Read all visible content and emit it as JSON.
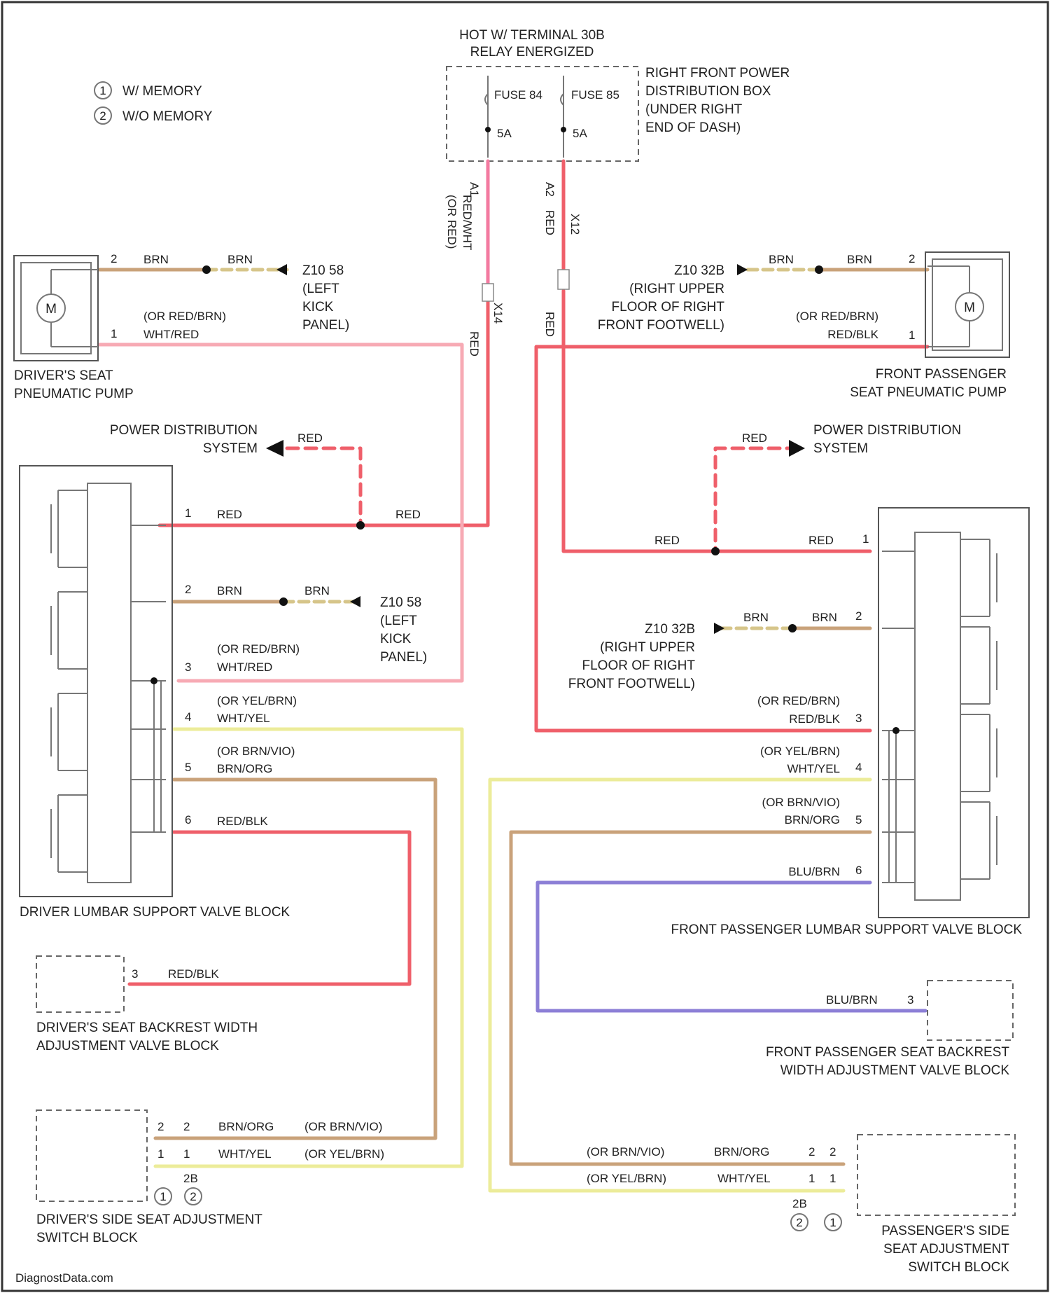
{
  "colors": {
    "red": "#ef5f6a",
    "pink": "#f7aab4",
    "brown": "#c9a27a",
    "tan": "#d6c58a",
    "yellow": "#ecec9a",
    "purple": "#8c7fd6",
    "black": "#111111",
    "border": "#555555"
  },
  "legend": {
    "item1": {
      "num": "1",
      "label": "W/ MEMORY"
    },
    "item2": {
      "num": "2",
      "label": "W/O MEMORY"
    }
  },
  "fuse_box": {
    "title_line1": "HOT W/ TERMINAL 30B",
    "title_line2": "RELAY ENERGIZED",
    "fuse1": "FUSE 84",
    "fuse2": "FUSE 85",
    "amp1": "5A",
    "amp2": "5A",
    "label_line1": "RIGHT FRONT POWER",
    "label_line2": "DISTRIBUTION BOX",
    "label_line3": "(UNDER RIGHT",
    "label_line4": "END OF DASH)",
    "pin_left": "A1",
    "pin_right": "A2"
  },
  "feed_left": {
    "wire1": "(OR RED)",
    "wire2": "RED/WHT",
    "wire3": "RED",
    "conn": "X14"
  },
  "feed_right": {
    "wire1": "RED",
    "wire2": "X12",
    "wire3": "RED"
  },
  "driver_pump": {
    "label_line1": "DRIVER'S SEAT",
    "label_line2": "PNEUMATIC PUMP",
    "motor": "M",
    "pin2": "2",
    "pin1": "1",
    "wire_brn1": "BRN",
    "wire_brn2": "BRN",
    "ground_line1": "Z10 58",
    "ground_line2": "(LEFT",
    "ground_line3": "KICK",
    "ground_line4": "PANEL)",
    "wire_red1": "(OR RED/BRN)",
    "wire_red2": "WHT/RED"
  },
  "passenger_pump": {
    "label_line1": "FRONT PASSENGER",
    "label_line2": "SEAT PNEUMATIC PUMP",
    "motor": "M",
    "pin2": "2",
    "pin1": "1",
    "wire_brn1": "BRN",
    "wire_brn2": "BRN",
    "ground_line1": "Z10 32B",
    "ground_line2": "(RIGHT UPPER",
    "ground_line3": "FLOOR OF RIGHT",
    "ground_line4": "FRONT FOOTWELL)",
    "wire_red1": "(OR RED/BRN)",
    "wire_red2": "RED/BLK"
  },
  "power_dist_left": {
    "line1": "POWER DISTRIBUTION",
    "line2": "SYSTEM",
    "wire": "RED"
  },
  "power_dist_right": {
    "line1": "POWER DISTRIBUTION",
    "line2": "SYSTEM",
    "wire": "RED"
  },
  "driver_valve_block": {
    "label": "DRIVER LUMBAR SUPPORT VALVE BLOCK",
    "pins": [
      "1",
      "2",
      "3",
      "4",
      "5",
      "6"
    ],
    "w1a": "RED",
    "w1b": "RED",
    "w2a": "BRN",
    "w2b": "BRN",
    "g_line1": "Z10 58",
    "g_line2": "(LEFT",
    "g_line3": "KICK",
    "g_line4": "PANEL)",
    "w3a": "(OR RED/BRN)",
    "w3b": "WHT/RED",
    "w4a": "(OR YEL/BRN)",
    "w4b": "WHT/YEL",
    "w5a": "(OR BRN/VIO)",
    "w5b": "BRN/ORG",
    "w6": "RED/BLK"
  },
  "passenger_valve_block": {
    "label": "FRONT PASSENGER LUMBAR SUPPORT VALVE BLOCK",
    "pins": [
      "1",
      "2",
      "3",
      "4",
      "5",
      "6"
    ],
    "w1a": "RED",
    "w1b": "RED",
    "w2a": "BRN",
    "w2b": "BRN",
    "g_line1": "Z10 32B",
    "g_line2": "(RIGHT UPPER",
    "g_line3": "FLOOR OF RIGHT",
    "g_line4": "FRONT FOOTWELL)",
    "w3a": "(OR RED/BRN)",
    "w3b": "RED/BLK",
    "w4a": "(OR YEL/BRN)",
    "w4b": "WHT/YEL",
    "w5a": "(OR BRN/VIO)",
    "w5b": "BRN/ORG",
    "w6": "BLU/BRN"
  },
  "driver_backrest": {
    "line1": "DRIVER'S SEAT BACKREST WIDTH",
    "line2": "ADJUSTMENT VALVE BLOCK",
    "pin": "3",
    "wire": "RED/BLK"
  },
  "passenger_backrest": {
    "line1": "FRONT PASSENGER SEAT BACKREST",
    "line2": "WIDTH ADJUSTMENT VALVE BLOCK",
    "pin": "3",
    "wire": "BLU/BRN"
  },
  "driver_switch": {
    "line1": "DRIVER'S SIDE SEAT ADJUSTMENT",
    "line2": "SWITCH BLOCK",
    "pin2a": "2",
    "pin2b": "2",
    "pin1a": "1",
    "pin1b": "1",
    "w2a": "BRN/ORG",
    "w2b": "(OR BRN/VIO)",
    "w1a": "WHT/YEL",
    "w1b": "(OR YEL/BRN)",
    "conn": "2B",
    "m1": "1",
    "m2": "2"
  },
  "passenger_switch": {
    "line1": "PASSENGER'S SIDE",
    "line2": "SEAT ADJUSTMENT",
    "line3": "SWITCH BLOCK",
    "pin2a": "2",
    "pin2b": "2",
    "pin1a": "1",
    "pin1b": "1",
    "w2a": "(OR BRN/VIO)",
    "w2b": "BRN/ORG",
    "w1a": "(OR YEL/BRN)",
    "w1b": "WHT/YEL",
    "conn": "2B",
    "m1": "2",
    "m2": "1"
  },
  "footer": {
    "watermark": "DiagnostData.com"
  }
}
